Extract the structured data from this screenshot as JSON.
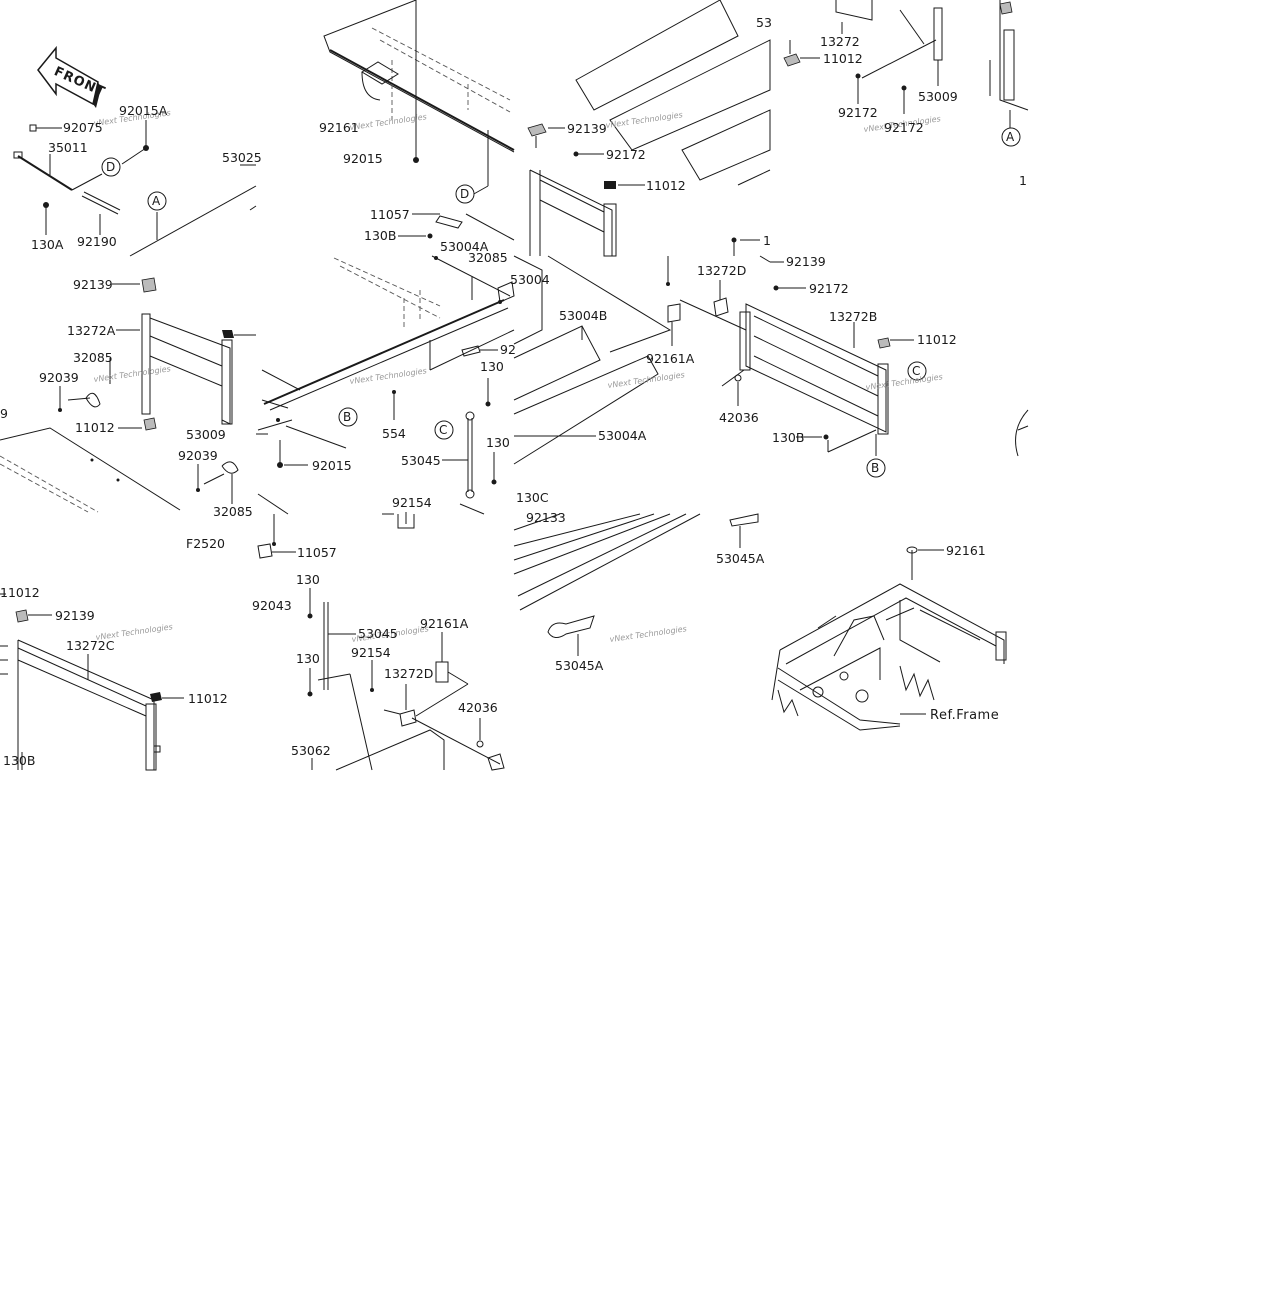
{
  "front_arrow": {
    "label": "FRONT"
  },
  "figure_code": "F2520",
  "reference": {
    "label": "Ref.Frame"
  },
  "watermark": {
    "text": "vNext Technologies"
  },
  "callouts": {
    "A": "A",
    "B": "B",
    "C": "C",
    "D": "D"
  },
  "labels": {
    "l92015A": "92015A",
    "l92075": "92075",
    "l35011": "35011",
    "l53025": "53025",
    "l130A": "130A",
    "l92190": "92190",
    "l92161_top": "92161",
    "l92015_top": "92015",
    "l11057_mid": "11057",
    "l130B_mid": "130B",
    "l53004A_top": "53004A",
    "l32085_partial": "32085",
    "l92139_c": "92139",
    "l92172_c": "92172",
    "l11012_c": "11012",
    "l53_partial": "53",
    "l13272": "13272",
    "l11012_tr": "11012",
    "l92172_tr": "92172",
    "l92172_tr2": "92172",
    "l53009_tr": "53009",
    "l1_right": "1",
    "l92139_left": "92139",
    "l13272A": "13272A",
    "l32085": "32085",
    "l92039": "92039",
    "l11012_left": "11012",
    "l53009_left": "53009",
    "l92039_b": "92039",
    "l32085_b": "32085",
    "l9_edge": "9",
    "l554": "554",
    "l92015_mid": "92015",
    "l53004_partial": "53004",
    "l92_partial": "92",
    "l130_a": "130",
    "l130_b": "130",
    "l53045": "53045",
    "l92154": "92154",
    "l130C": "130C",
    "l53004B": "53004B",
    "l53004A": "53004A",
    "l1_mid": "1",
    "l92139_r": "92139",
    "l13272D_r": "13272D",
    "l92172_r": "92172",
    "l13272B": "13272B",
    "l11012_r": "11012",
    "l92161A_r": "92161A",
    "l42036_r": "42036",
    "l130B_r": "130B",
    "l11057_b": "11057",
    "l11012_bl": "11012",
    "l92139_bl": "92139",
    "l13272C": "13272C",
    "l11012_bl2": "11012",
    "l130B_bl": "130B",
    "l92043": "92043",
    "l130_c": "130",
    "l53045_b": "53045",
    "l130_d": "130",
    "l92154_b": "92154",
    "l92161A_b": "92161A",
    "l13272D_b": "13272D",
    "l42036_b": "42036",
    "l53062": "53062",
    "l92133": "92133",
    "l53045A": "53045A",
    "l53045A_b": "53045A",
    "l92161_frame": "92161"
  }
}
